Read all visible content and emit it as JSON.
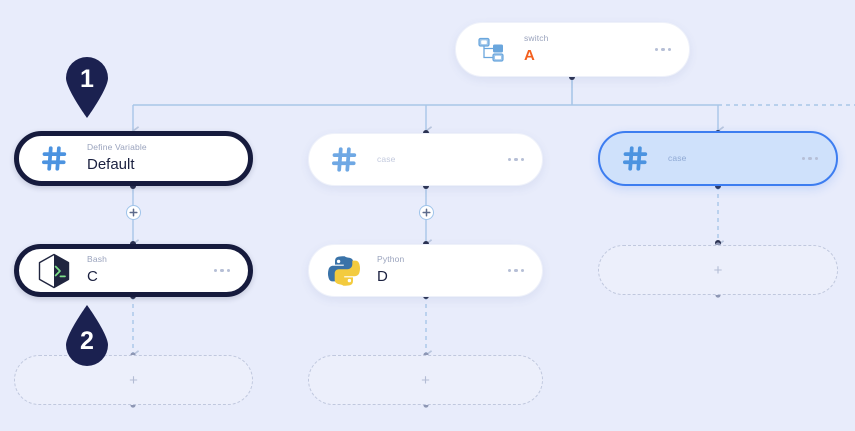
{
  "canvas": {
    "background": "#e8ecfb",
    "accent_selected": "#3d7df0",
    "accent_dark": "#161b3d",
    "accent_orange": "#f4601f",
    "edge_color": "#a8c6e8"
  },
  "nodes": {
    "switch": {
      "icon": "switch-icon",
      "sub": "switch",
      "value": "A",
      "menu": "more-options"
    },
    "define_variable": {
      "icon": "hash-icon",
      "sub": "Define Variable",
      "value": "Default",
      "menu": "more-options"
    },
    "case_middle": {
      "icon": "hash-icon",
      "sub": "case",
      "menu": "more-options"
    },
    "case_right": {
      "icon": "hash-icon",
      "sub": "case",
      "menu": "more-options",
      "state": "selected"
    },
    "bash": {
      "icon": "bash-icon",
      "sub": "Bash",
      "value": "C",
      "menu": "more-options"
    },
    "python": {
      "icon": "python-icon",
      "sub": "Python",
      "value": "D",
      "menu": "more-options"
    }
  },
  "placeholders": {
    "plus": "+",
    "left": "add-step-left",
    "middle": "add-step-middle",
    "right": "add-step-right"
  },
  "add_buttons": {
    "left": "+",
    "middle": "+"
  },
  "pins": {
    "one": "1",
    "two": "2"
  }
}
